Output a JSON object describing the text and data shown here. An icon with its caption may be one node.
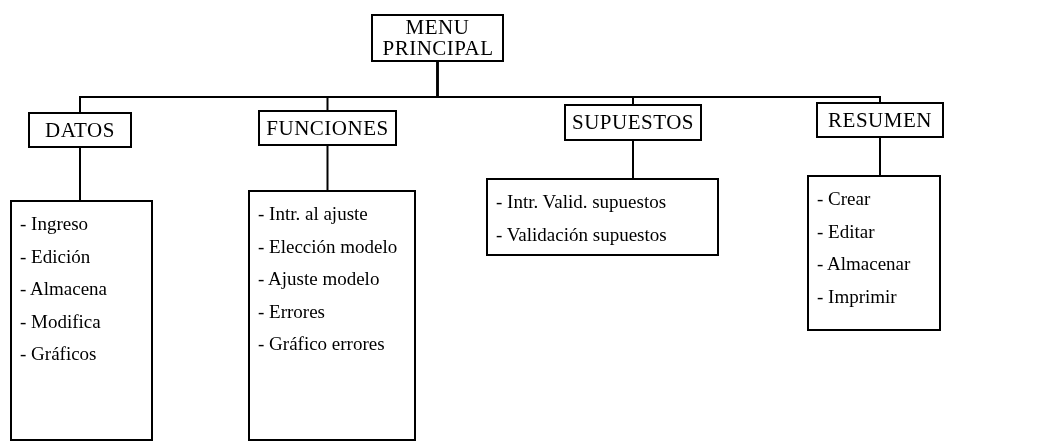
{
  "diagram": {
    "nodes": [
      {
        "text": [
          "MENU PRINCIPAL"
        ]
      },
      {
        "text": [
          "DATOS"
        ]
      },
      {
        "text": [
          "FUNCIONES"
        ]
      },
      {
        "text": [
          "SUPUESTOS"
        ]
      },
      {
        "text": [
          "RESUMEN"
        ]
      },
      {
        "text": [
          "- Ingreso",
          "- Edición",
          "- Almacena",
          "- Modifica",
          "- Gráficos"
        ]
      },
      {
        "text": [
          "- Intr. al ajuste",
          "- Elección modelo",
          "- Ajuste modelo",
          "- Errores",
          "- Gráfico errores"
        ]
      },
      {
        "text": [
          "- Intr. Valid. supuestos",
          "- Validación supuestos"
        ]
      },
      {
        "text": [
          "- Crear",
          "- Editar",
          "- Almacenar",
          "- Imprimir"
        ]
      }
    ],
    "edges": [
      {
        "from": 0,
        "to": 1,
        "arrow": "none"
      },
      {
        "from": 0,
        "to": 2,
        "arrow": "none"
      },
      {
        "from": 0,
        "to": 3,
        "arrow": "none"
      },
      {
        "from": 0,
        "to": 4,
        "arrow": "none"
      },
      {
        "from": 1,
        "to": 5,
        "arrow": "none"
      },
      {
        "from": 2,
        "to": 6,
        "arrow": "none"
      },
      {
        "from": 3,
        "to": 7,
        "arrow": "none"
      },
      {
        "from": 4,
        "to": 8,
        "arrow": "none"
      }
    ]
  }
}
